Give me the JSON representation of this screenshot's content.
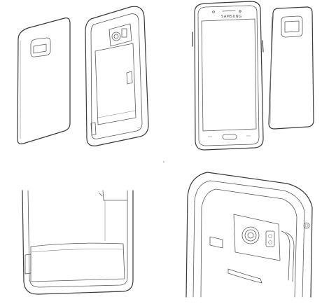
{
  "figure": {
    "views": [
      {
        "id": "view-1",
        "subject": "back-cover-plate"
      },
      {
        "id": "view-2",
        "subject": "case-interior-with-battery"
      },
      {
        "id": "view-3",
        "subject": "phone-front"
      },
      {
        "id": "view-4",
        "subject": "camera-cover-plate"
      },
      {
        "id": "view-5",
        "subject": "case-bottom-section-closeup"
      },
      {
        "id": "view-6",
        "subject": "case-corner-camera-closeup"
      }
    ],
    "device_brand_text": "SAMSUNG"
  }
}
